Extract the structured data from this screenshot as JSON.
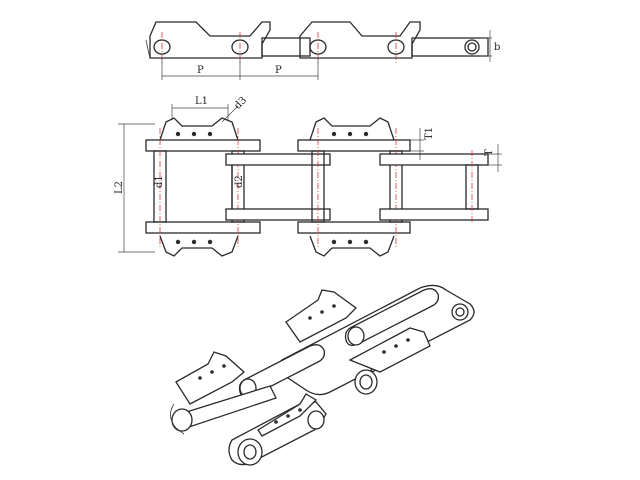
{
  "labels": {
    "pitch": "P",
    "plate_height": "b",
    "attachment_length": "L1",
    "hole_diameter": "d3",
    "roller_diameter": "d1",
    "pin_diameter": "d2",
    "overall_width": "L2",
    "attachment_thickness": "T1",
    "plate_thickness": "T"
  },
  "colors": {
    "line": "#2a2a2a",
    "centerline": "#d23b3b",
    "background": "#ffffff"
  }
}
